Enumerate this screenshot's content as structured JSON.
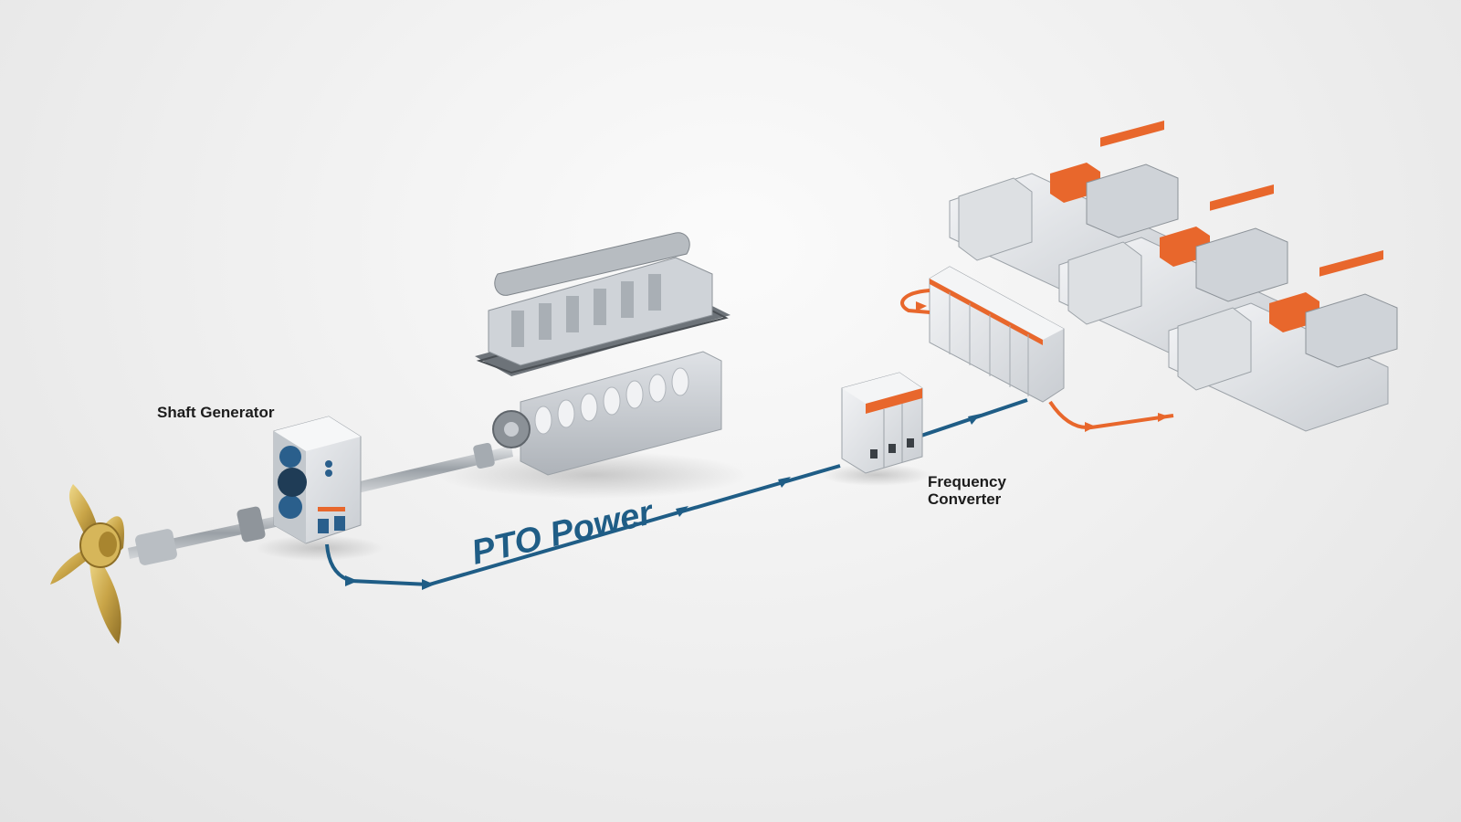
{
  "labels": {
    "shaft_generator": "Shaft Generator",
    "pto_power": "PTO Power",
    "frequency_converter_line1": "Frequency",
    "frequency_converter_line2": "Converter"
  },
  "colors": {
    "pto_line": "#1f5d86",
    "genset_line": "#e8672c",
    "propeller": "#c9a548",
    "equipment_light": "#e7e9ec",
    "equipment_dark": "#b4b9bf",
    "accent_orange": "#e8672c",
    "accent_blue": "#2a5f8c"
  },
  "icons": [
    "propeller-icon",
    "shaft-generator-icon",
    "main-engine-icon",
    "frequency-converter-icon",
    "switchboard-icon",
    "genset-icon"
  ]
}
